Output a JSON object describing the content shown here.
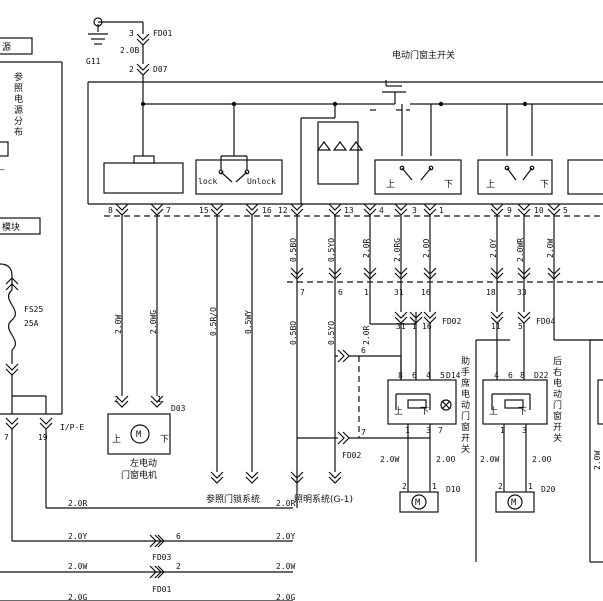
{
  "ground": {
    "name": "G11"
  },
  "top": {
    "pin3": "3",
    "wire": "2.0B",
    "pin2": "2",
    "fd01": "FD01",
    "d07": "D07"
  },
  "left": {
    "source": "源",
    "ref_v": "参照电源分布",
    "module": "模块",
    "fuse_name": "FS25",
    "fuse_rating": "25A",
    "pin7": "7",
    "pin19": "19",
    "ipe": "I/P-E"
  },
  "main_switch": {
    "title": "电动门窗主开关",
    "lock": "lock",
    "unlock": "Unlock",
    "up": "上",
    "down": "下"
  },
  "pins": {
    "p8": "8",
    "p7": "7",
    "p15": "15",
    "p16": "16",
    "p12": "12",
    "p13": "13",
    "p4": "4",
    "p3": "3",
    "p1": "1",
    "p9": "9",
    "p10": "10",
    "p5": "5"
  },
  "wires": {
    "b1": "0.5BO",
    "b2": "0.5YO",
    "b3": "2.0R",
    "b4": "2.0RG",
    "b5": "2.0O",
    "b6": "2.0Y",
    "b7": "2.0WR",
    "b8": "2.0W",
    "c1": "2.0W",
    "c2": "2.0WG",
    "c3": "0.5R/O",
    "c4": "0.5WY",
    "c5": "0.5BO",
    "c6": "0.5YO",
    "c7": "2.0R"
  },
  "mid_pins": {
    "m7": "7",
    "m6": "6",
    "m1": "1",
    "m31": "31",
    "m16": "16",
    "m18": "18",
    "m33": "33"
  },
  "fd02": {
    "name": "FD02",
    "p31": "31",
    "p1": "1",
    "p16": "16",
    "p6": "6",
    "p7": "7",
    "bottom": "FD02"
  },
  "fd04": {
    "name": "FD04",
    "p11": "11",
    "p5": "5"
  },
  "left_motor": {
    "p2": "2",
    "p1": "1",
    "name": "D03",
    "up": "上",
    "down": "下",
    "m": "M",
    "label": "左电动门窗电机"
  },
  "refs": {
    "lock_sys": "参照门锁系统",
    "light_sys": "照明系统(G-1)"
  },
  "d14": {
    "name": "D14",
    "p8": "8",
    "p6": "6",
    "p4": "4",
    "p5": "5",
    "p1": "1",
    "p3": "3",
    "p7": "7",
    "up": "上",
    "down": "下",
    "title": "助手席电动门窗开关",
    "w1": "2.0W",
    "w2": "2.0O"
  },
  "d10": {
    "name": "D10",
    "p2": "2",
    "p1": "1",
    "m": "M"
  },
  "d22": {
    "name": "D22",
    "p4": "4",
    "p6": "6",
    "p8": "8",
    "p1": "1",
    "p3": "3",
    "up": "上",
    "down": "下",
    "title": "后右电动门窗开关",
    "w1": "2.0W",
    "w2": "2.0O"
  },
  "d20": {
    "name": "D20",
    "p2": "2",
    "p1": "1",
    "m": "M"
  },
  "bottom": {
    "r1a": "2.0R",
    "r1b": "2.0R",
    "r2a": "2.0Y",
    "r2b": "6",
    "r2c": "2.0Y",
    "r2d": "FD03",
    "r3a": "2.0W",
    "r3b": "2",
    "r3c": "2.0W",
    "r3d": "FD01",
    "r4a": "2.0G",
    "r4b": "2.0G"
  },
  "right_edge": {
    "w": "2.0W"
  }
}
